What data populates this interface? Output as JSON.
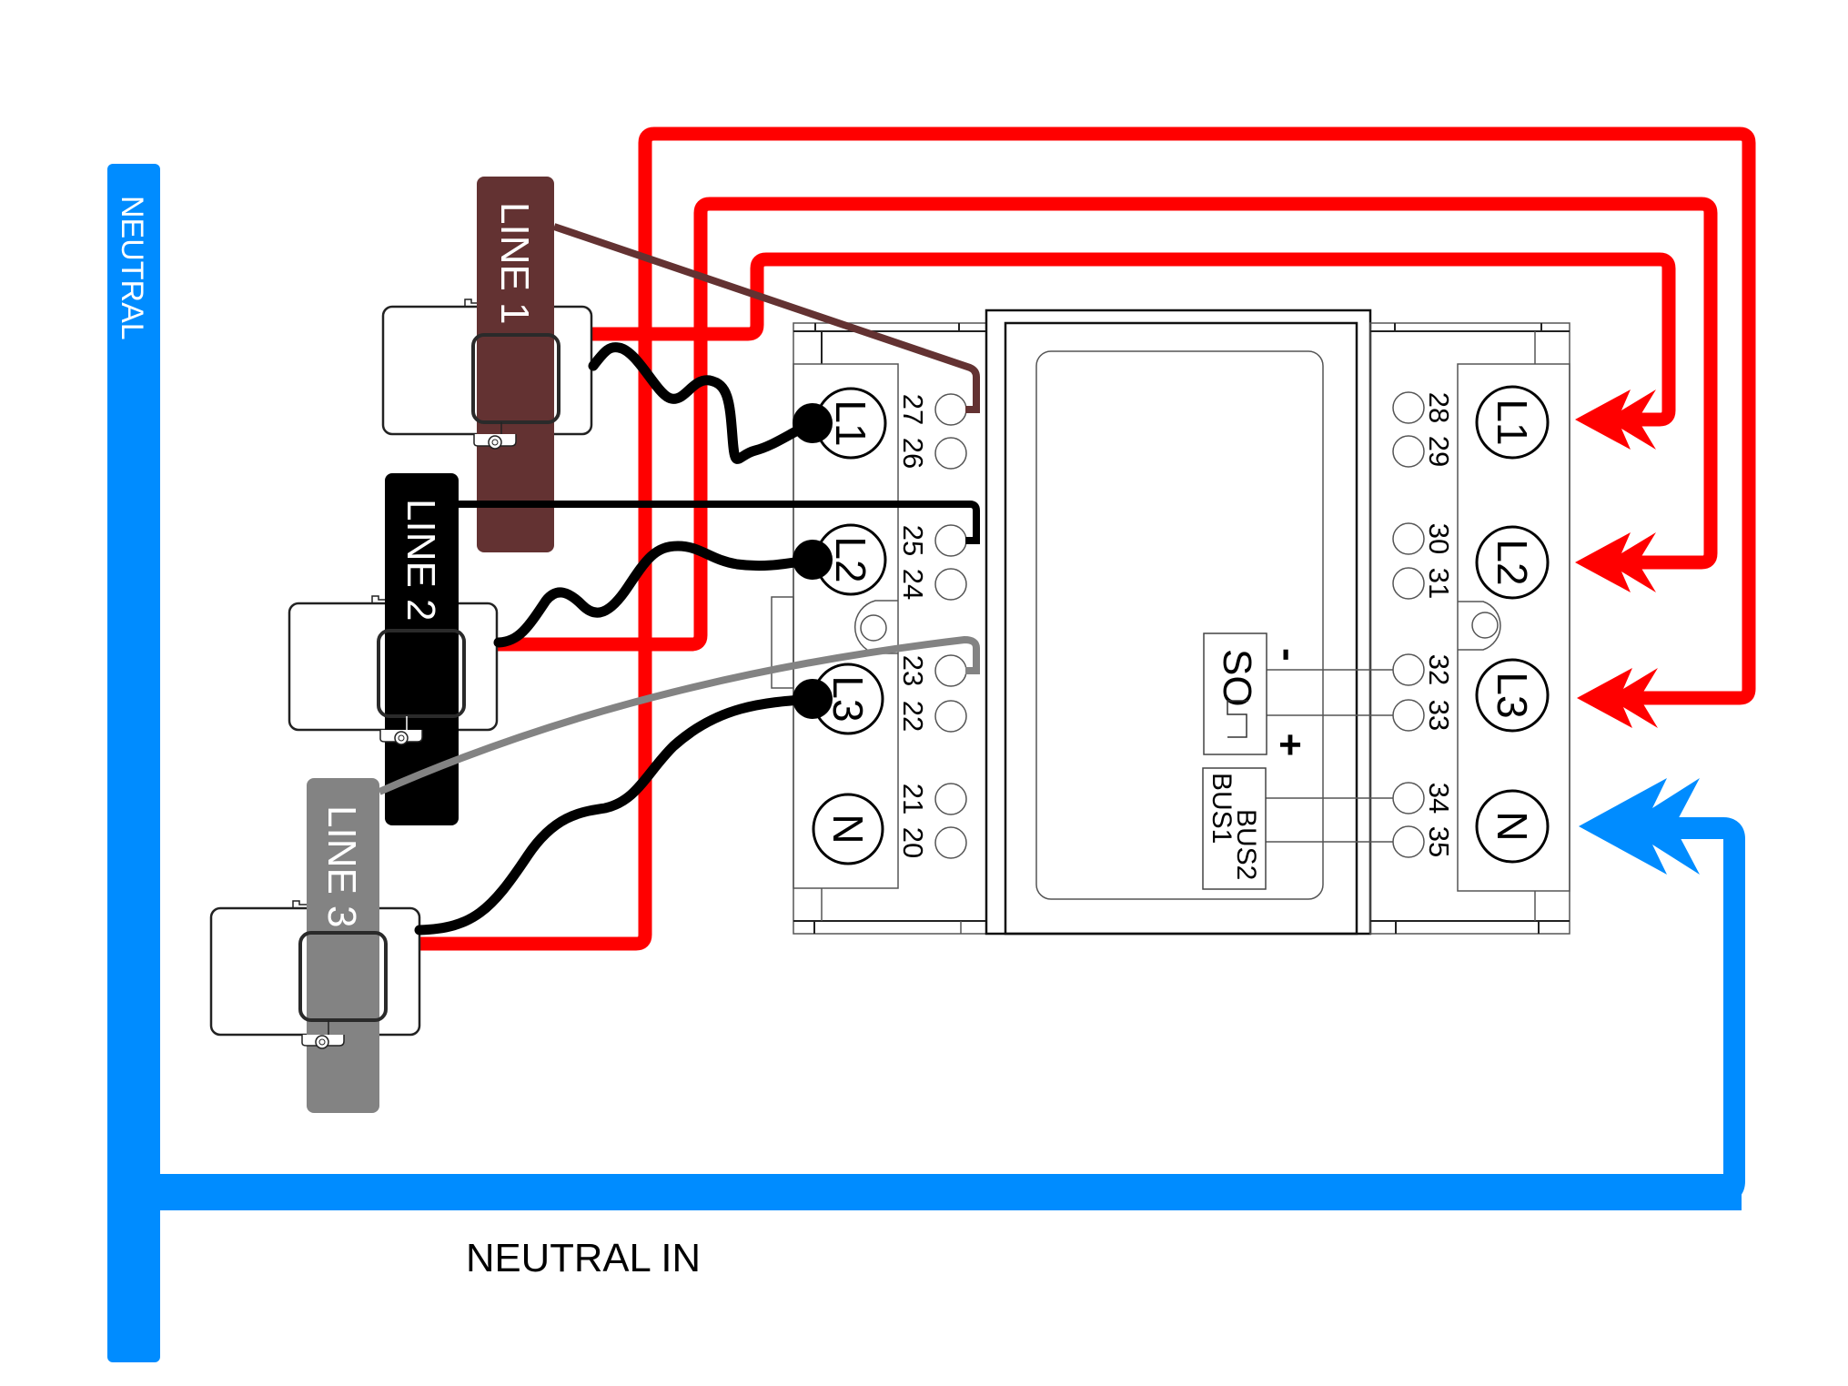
{
  "colors": {
    "live": "#ff0000",
    "neutral": "#008cff",
    "line1": "#633232",
    "line2": "#000000",
    "line3": "#838383",
    "signal_wire": "#000000"
  },
  "labels": {
    "neutral_bar": "NEUTRAL",
    "neutral_in": "NEUTRAL IN"
  },
  "current_transformers": [
    {
      "id": "ct1",
      "label": "LINE 1",
      "color_key": "line1"
    },
    {
      "id": "ct2",
      "label": "LINE 2",
      "color_key": "line2"
    },
    {
      "id": "ct3",
      "label": "LINE 3",
      "color_key": "line3"
    }
  ],
  "meter": {
    "left_terminals": [
      {
        "phase": "L1",
        "pins": [
          "27",
          "26"
        ]
      },
      {
        "phase": "L2",
        "pins": [
          "25",
          "24"
        ]
      },
      {
        "phase": "L3",
        "pins": [
          "23",
          "22"
        ]
      },
      {
        "phase": "N",
        "pins": [
          "21",
          "20"
        ]
      }
    ],
    "right_terminals": [
      {
        "phase": "L1",
        "pins": [
          "28",
          "29"
        ]
      },
      {
        "phase": "L2",
        "pins": [
          "30",
          "31"
        ]
      },
      {
        "phase": "L3",
        "pins": [
          "32",
          "33"
        ]
      },
      {
        "phase": "N",
        "pins": [
          "34",
          "35"
        ]
      }
    ],
    "pulse_output": {
      "label": "SO",
      "minus": "-",
      "plus": "+"
    },
    "bus": {
      "bus1": "BUS1",
      "bus2": "BUS2"
    }
  }
}
